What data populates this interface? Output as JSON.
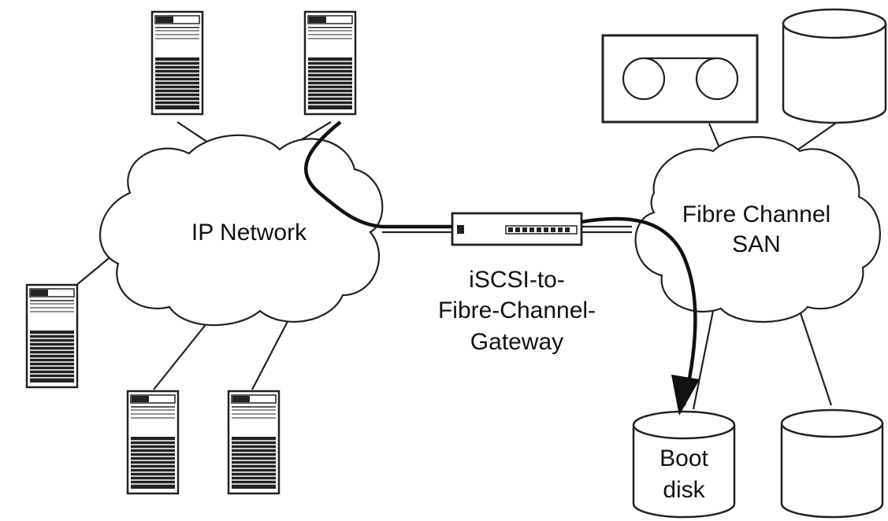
{
  "diagram": {
    "ip_network_label": "IP Network",
    "san_label_line1": "Fibre Channel",
    "san_label_line2": "SAN",
    "gateway_label_line1": "iSCSI-to-",
    "gateway_label_line2": "Fibre-Channel-",
    "gateway_label_line3": "Gateway",
    "boot_disk_label_line1": "Boot",
    "boot_disk_label_line2": "disk"
  }
}
